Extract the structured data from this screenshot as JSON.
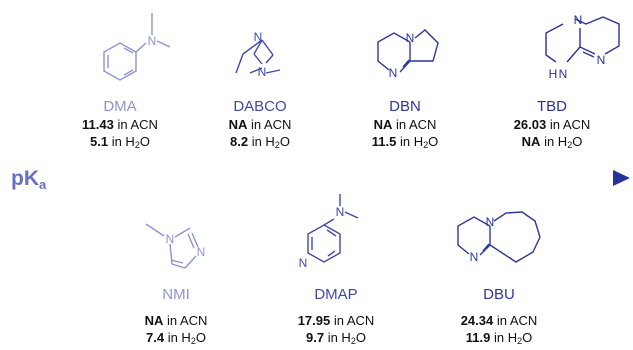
{
  "axis": {
    "label": "pK",
    "label_sub": "a"
  },
  "colors": {
    "start": "#8d93d4",
    "end": "#25339a",
    "text": "#111111"
  },
  "compounds": [
    {
      "id": "dma",
      "name": "DMA",
      "color": "#8d93d4",
      "acn": "11.43",
      "h2o": "5.1",
      "suffix_acn": " in ACN",
      "suffix_h2o": " in H",
      "h2o_sub": "2",
      "h2o_tail": "O"
    },
    {
      "id": "dabco",
      "name": "DABCO",
      "color": "#3f49ad",
      "acn": "NA",
      "h2o": "8.2",
      "suffix_acn": " in ACN",
      "suffix_h2o": " in H",
      "h2o_sub": "2",
      "h2o_tail": "O"
    },
    {
      "id": "dbn",
      "name": "DBN",
      "color": "#2b379e",
      "acn": "NA",
      "h2o": "11.5",
      "suffix_acn": " in ACN",
      "suffix_h2o": " in H",
      "h2o_sub": "2",
      "h2o_tail": "O"
    },
    {
      "id": "tbd",
      "name": "TBD",
      "color": "#25339a",
      "acn": "26.03",
      "h2o": "NA",
      "suffix_acn": " in ACN",
      "suffix_h2o": " in H",
      "h2o_sub": "2",
      "h2o_tail": "O"
    },
    {
      "id": "nmi",
      "name": "NMI",
      "color": "#8d93d4",
      "acn": "NA",
      "h2o": "7.4",
      "suffix_acn": " in ACN",
      "suffix_h2o": " in H",
      "h2o_sub": "2",
      "h2o_tail": "O"
    },
    {
      "id": "dmap",
      "name": "DMAP",
      "color": "#3f49ad",
      "acn": "17.95",
      "h2o": "9.7",
      "suffix_acn": " in ACN",
      "suffix_h2o": " in H",
      "h2o_sub": "2",
      "h2o_tail": "O"
    },
    {
      "id": "dbu",
      "name": "DBU",
      "color": "#2b379e",
      "acn": "24.34",
      "h2o": "11.9",
      "suffix_acn": " in ACN",
      "suffix_h2o": " in H",
      "h2o_sub": "2",
      "h2o_tail": "O"
    }
  ],
  "atom_labels": {
    "n": "N",
    "nh": "H"
  }
}
